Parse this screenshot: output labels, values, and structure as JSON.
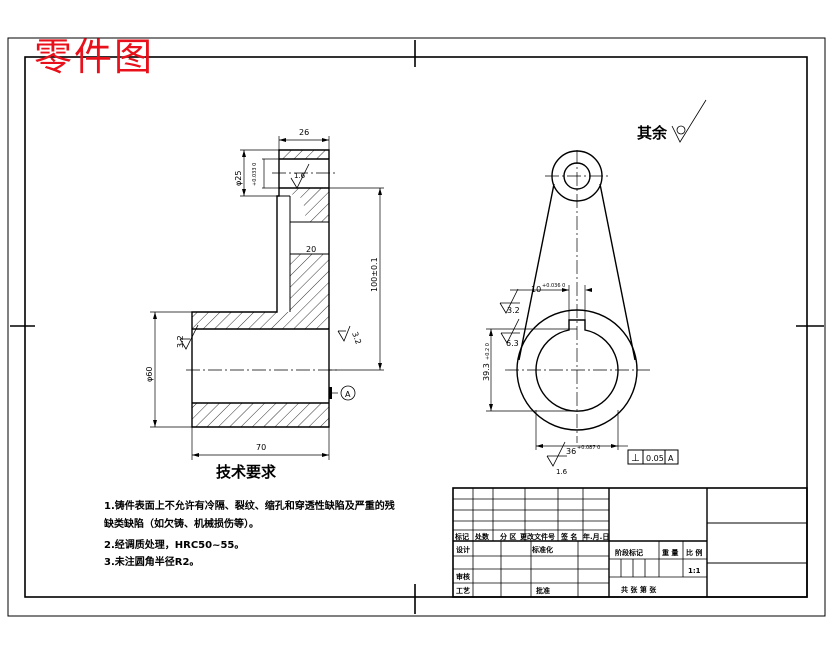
{
  "header": {
    "title": "零件图"
  },
  "surface_note": {
    "label": "其余"
  },
  "dimensions": {
    "top_width": "26",
    "d25": "φ25",
    "d25_tol": "+0.033\n0",
    "ra_top": "1.6",
    "inner_width": "20",
    "height": "100±0.1",
    "d60": "φ60",
    "length": "70",
    "ra_left": "3.2",
    "ra_right": "3.2",
    "datum_a": "A",
    "ra_keyway": "3.2",
    "keyway_width": "10",
    "keyway_tol": "+0.036\n0",
    "ra_bore": "6.3",
    "keyway_depth": "39.3",
    "keyway_depth_tol": "+0.2\n0",
    "bore_dia": "36",
    "bore_tol": "+0.087\n0",
    "ra_bottom": "1.6",
    "tol_frame_sym": "⊥",
    "tol_frame_val": "0.05",
    "tol_frame_datum": "A"
  },
  "requirements": {
    "title": "技术要求",
    "items": [
      "1.铸件表面上不允许有冷隔、裂纹、缩孔和穿透性缺陷及严重的残",
      "缺类缺陷（如欠铸、机械损伤等）。",
      "2.经调质处理，HRC50~55。",
      "3.未注圆角半径R2。"
    ]
  },
  "title_block": {
    "hdr1": "标记",
    "hdr2": "处数",
    "hdr3": "分 区",
    "hdr4": "更改文件号",
    "hdr5": "签 名",
    "hdr6": "年.月.日",
    "design": "设计",
    "standardize": "标准化",
    "review": "审核",
    "process": "工艺",
    "approve": "批准",
    "stage_mark": "阶段标记",
    "weight": "重 量",
    "scale": "比 例",
    "scale_val": "1:1",
    "sheets": "共  张  第  张"
  }
}
